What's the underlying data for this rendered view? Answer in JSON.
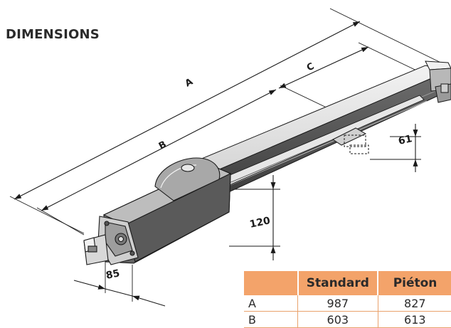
{
  "title": "DIMENSIONS",
  "dimensions": {
    "A": "A",
    "B": "B",
    "C": "C",
    "d61": "61",
    "d120": "120",
    "d85": "85"
  },
  "table": {
    "headers": [
      "",
      "Standard",
      "Piéton"
    ],
    "rows": [
      {
        "label": "A",
        "standard": "987",
        "pieton": "827"
      },
      {
        "label": "B",
        "standard": "603",
        "pieton": "613"
      }
    ]
  },
  "colors": {
    "header_fill": "#f3a36a",
    "rule": "#e9a26c",
    "line": "#1a1a1a"
  }
}
